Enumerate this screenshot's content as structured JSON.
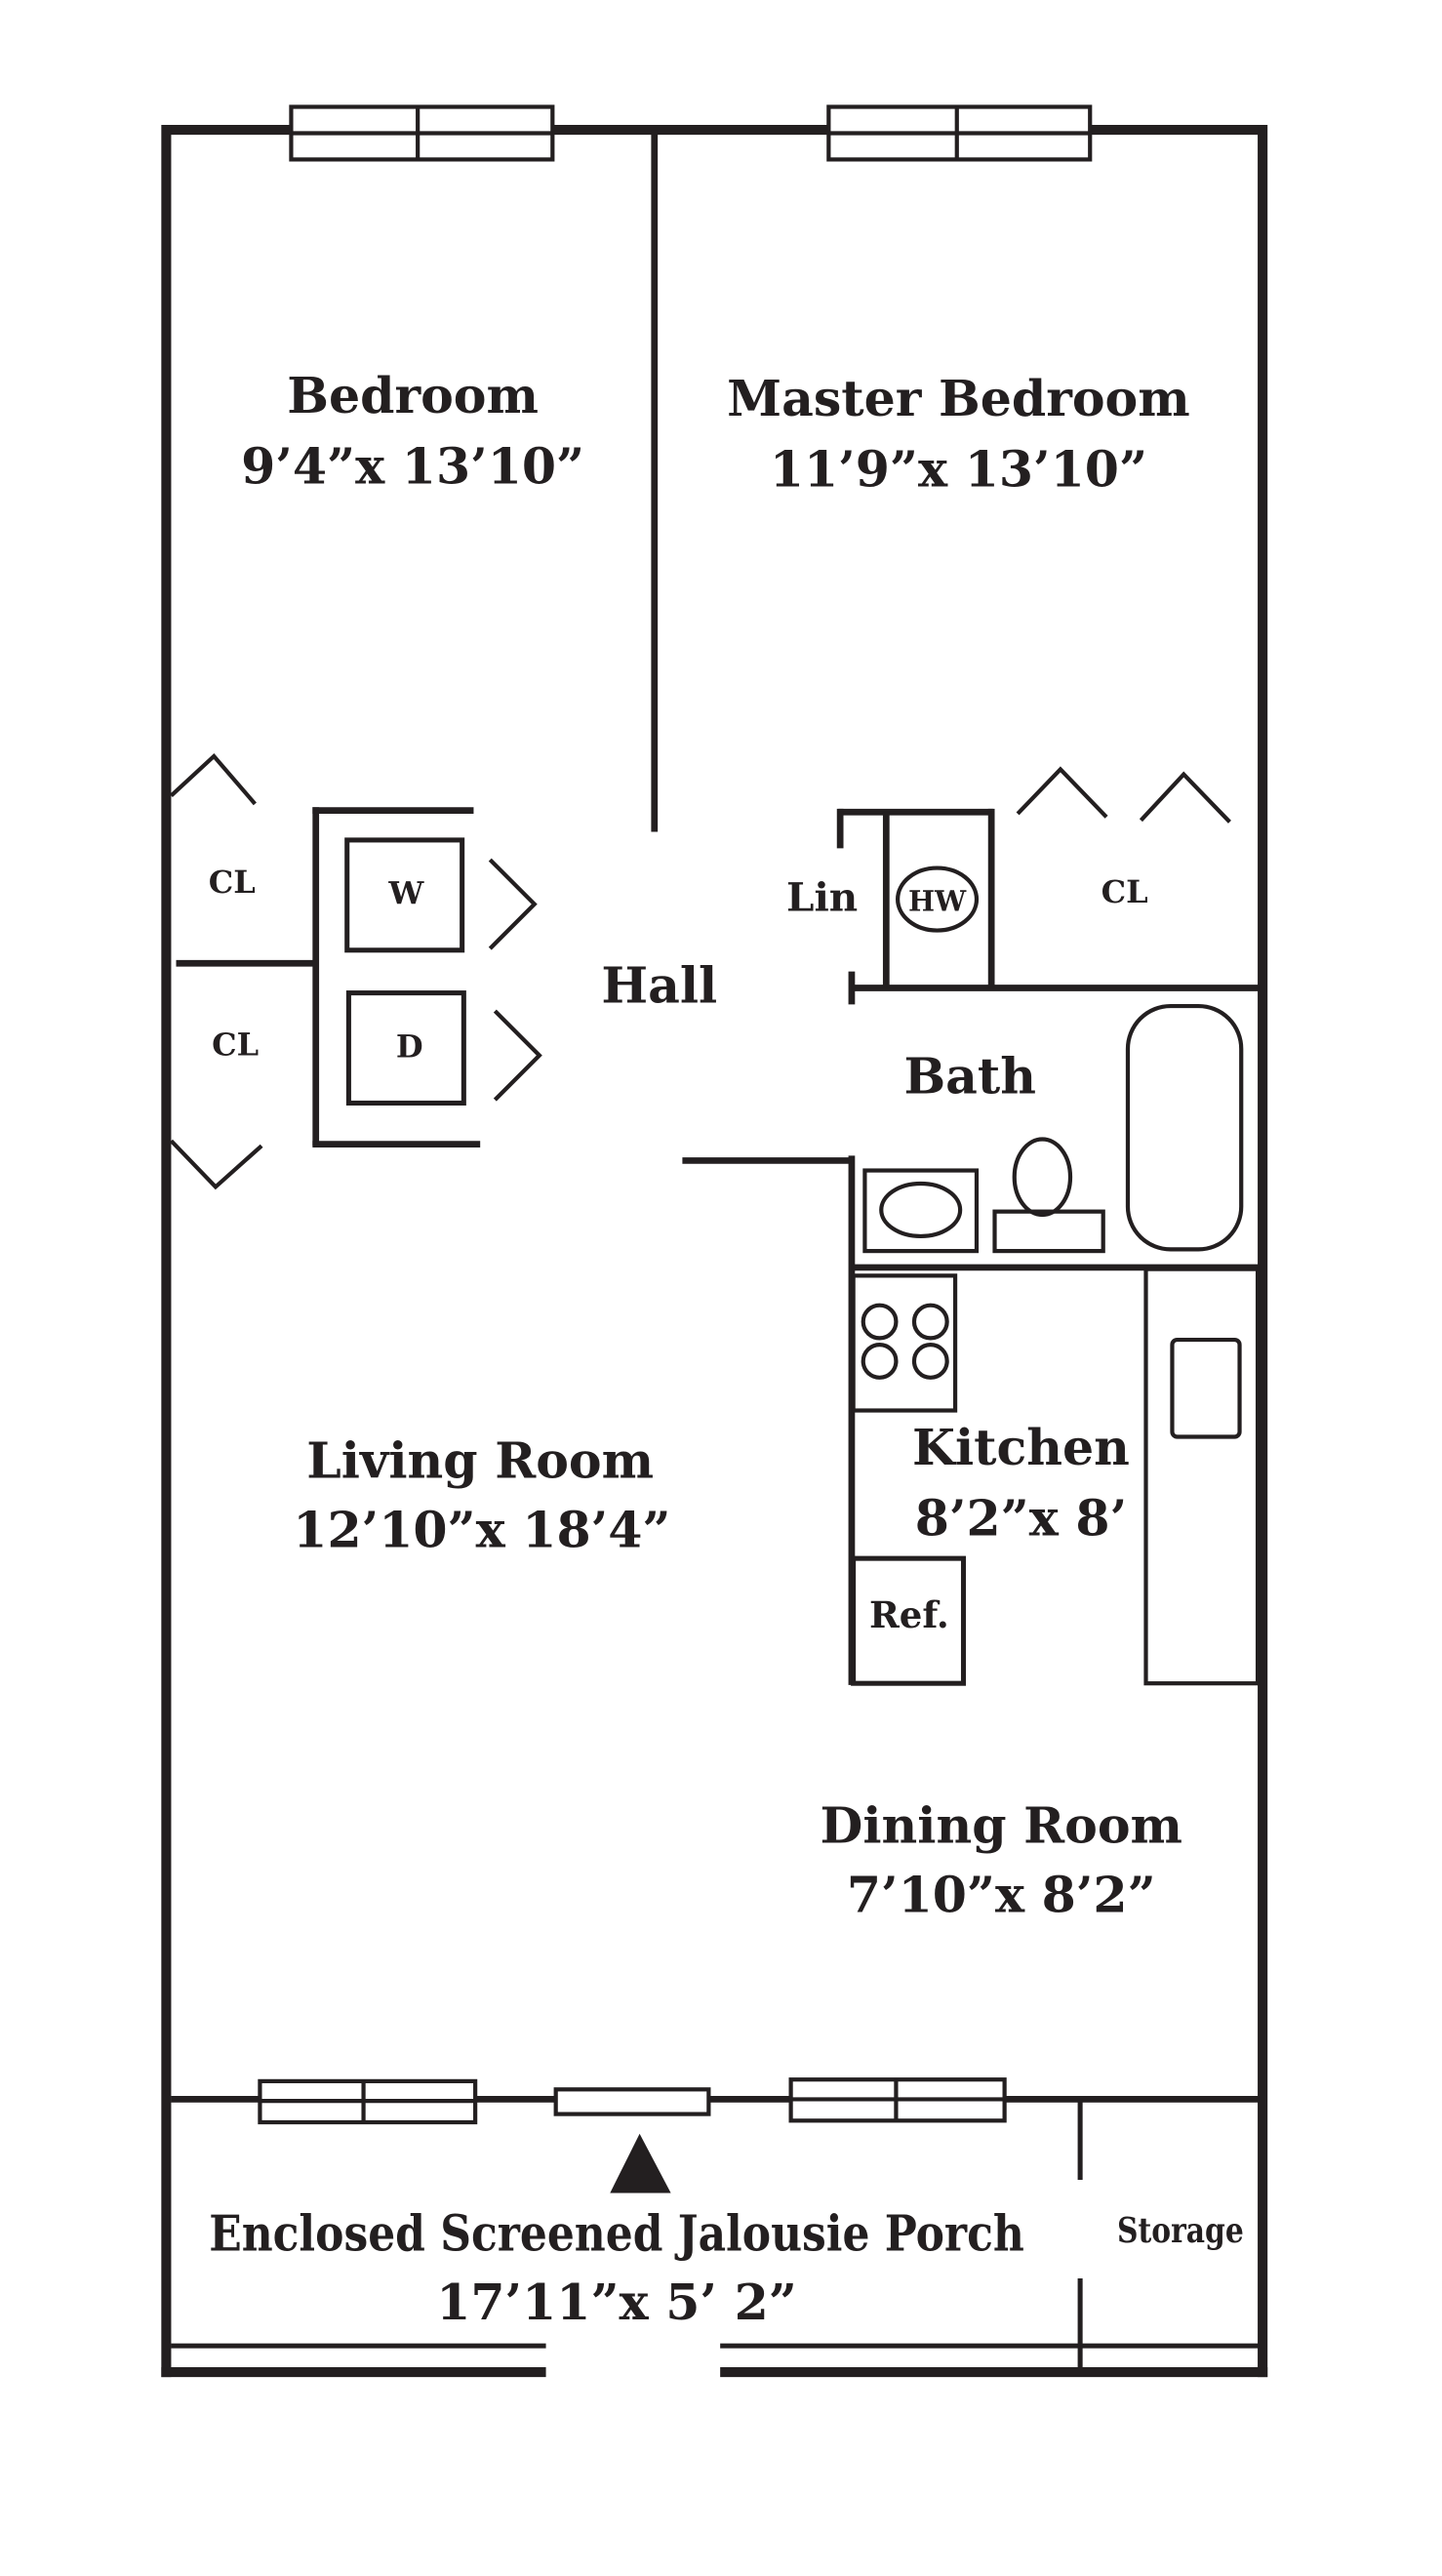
{
  "floorplan": {
    "rooms": {
      "bedroom": {
        "name": "Bedroom",
        "size": "9’4”x 13’10”"
      },
      "master_bedroom": {
        "name": "Master Bedroom",
        "size": "11’9”x 13’10”"
      },
      "hall": {
        "name": "Hall"
      },
      "bath": {
        "name": "Bath"
      },
      "living_room": {
        "name": "Living Room",
        "size": "12’10”x 18’4”"
      },
      "kitchen": {
        "name": "Kitchen",
        "size": "8’2”x 8’"
      },
      "dining_room": {
        "name": "Dining Room",
        "size": "7’10”x 8’2”"
      },
      "porch": {
        "name": "Enclosed Screened Jalousie Porch",
        "size": "17’11”x 5’ 2”"
      },
      "storage": {
        "name": "Storage"
      }
    },
    "fixtures": {
      "closet_1": "CL",
      "closet_2": "CL",
      "closet_3": "CL",
      "washer": "W",
      "dryer": "D",
      "linen": "Lin",
      "water_heater": "HW",
      "refrigerator": "Ref."
    },
    "colors": {
      "ink": "#231f20",
      "background": "#ffffff"
    }
  }
}
